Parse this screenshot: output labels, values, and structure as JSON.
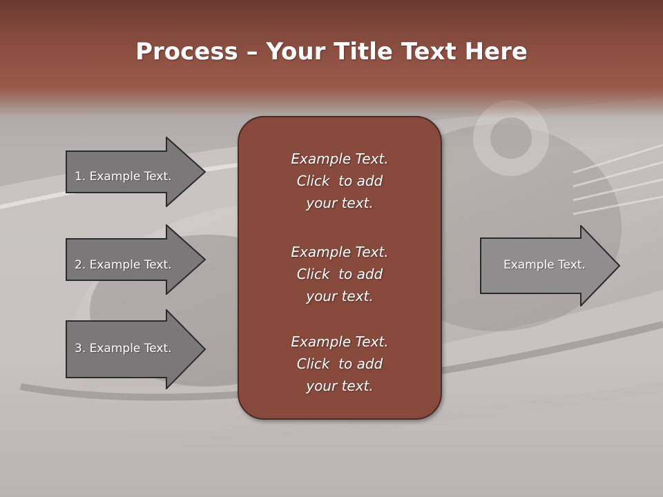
{
  "title": {
    "bold_part": "Process",
    "separator": " – ",
    "rest": "Your Title Text Here"
  },
  "inputs": [
    {
      "label": "1. Example Text."
    },
    {
      "label": "2. Example Text."
    },
    {
      "label": "3. Example Text."
    }
  ],
  "center_box": {
    "paragraphs": [
      [
        "Example Text.",
        "Click  to add",
        "your text."
      ],
      [
        "Example Text.",
        "Click  to add",
        "your text."
      ],
      [
        "Example Text.",
        "Click  to add",
        "your text."
      ]
    ]
  },
  "output": {
    "label": "Example Text."
  },
  "colors": {
    "header": "#8a4e40",
    "center_box": "#874a3c",
    "arrow_fill": "#7a7878",
    "output_arrow_fill": "#8f8d8d"
  }
}
